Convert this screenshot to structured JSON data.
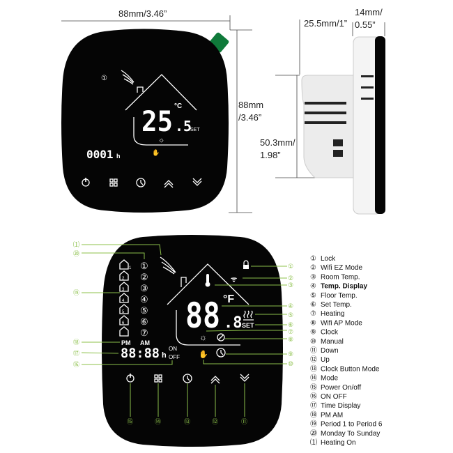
{
  "dimensions": {
    "width": "88mm/3.46”",
    "height_line1": "88mm",
    "height_line2": "/3.46”",
    "depth_line1": "14mm/",
    "depth_line2": "0.55”",
    "back_depth": "25.5mm/1”",
    "back_height_line1": "50.3mm/",
    "back_height_line2": "1.98”"
  },
  "front_display": {
    "day_marker": "①",
    "temperature_int": "25",
    "temperature_dec": ".5",
    "unit": "°C",
    "set_label": "SET",
    "time": "0001",
    "time_unit": "h"
  },
  "diagram_display": {
    "temperature_int": "88",
    "temperature_dec": ".8",
    "unit": "°F",
    "set_label": "SET",
    "pm": "PM",
    "am": "AM",
    "time": "88:88",
    "time_unit": "h",
    "on": "ON",
    "off": "OFF",
    "periods": [
      "1",
      "2",
      "3",
      "4",
      "5",
      "6"
    ],
    "days": [
      "①",
      "②",
      "③",
      "④",
      "⑤",
      "⑥",
      "⑦"
    ]
  },
  "callout_numbers": [
    "①",
    "②",
    "③",
    "④",
    "⑤",
    "⑥",
    "⑦",
    "⑧",
    "⑨",
    "⑩",
    "⑪",
    "⑫",
    "⑬",
    "⑭",
    "⑮",
    "⑯",
    "⑰",
    "⑱",
    "⑲",
    "⑳",
    "⑴"
  ],
  "legend": [
    {
      "n": "①",
      "label": "Lock"
    },
    {
      "n": "②",
      "label": "Wifi EZ Mode"
    },
    {
      "n": "③",
      "label": "Room Temp."
    },
    {
      "n": "④",
      "label": "Temp. Display"
    },
    {
      "n": "⑤",
      "label": "Floor Temp."
    },
    {
      "n": "⑥",
      "label": "Set Temp."
    },
    {
      "n": "⑦",
      "label": "Heating"
    },
    {
      "n": "⑧",
      "label": "Wifi AP Mode"
    },
    {
      "n": "⑨",
      "label": "Clock"
    },
    {
      "n": "⑩",
      "label": "Manual"
    },
    {
      "n": "⑪",
      "label": "Down"
    },
    {
      "n": "⑫",
      "label": "Up"
    },
    {
      "n": "⑬",
      "label": "Clock Button Mode"
    },
    {
      "n": "⑭",
      "label": "Mode"
    },
    {
      "n": "⑮",
      "label": "Power On/off"
    },
    {
      "n": "⑯",
      "label": "ON  OFF"
    },
    {
      "n": "⑰",
      "label": "Time Display"
    },
    {
      "n": "⑱",
      "label": "PM  AM"
    },
    {
      "n": "⑲",
      "label": "Period 1 to Period 6"
    },
    {
      "n": "⑳",
      "label": "Monday To Sunday"
    },
    {
      "n": "⑴",
      "label": "Heating On"
    }
  ],
  "colors": {
    "callout": "#8cc04a",
    "device": "#050505",
    "tab": "#0f7a3a"
  }
}
